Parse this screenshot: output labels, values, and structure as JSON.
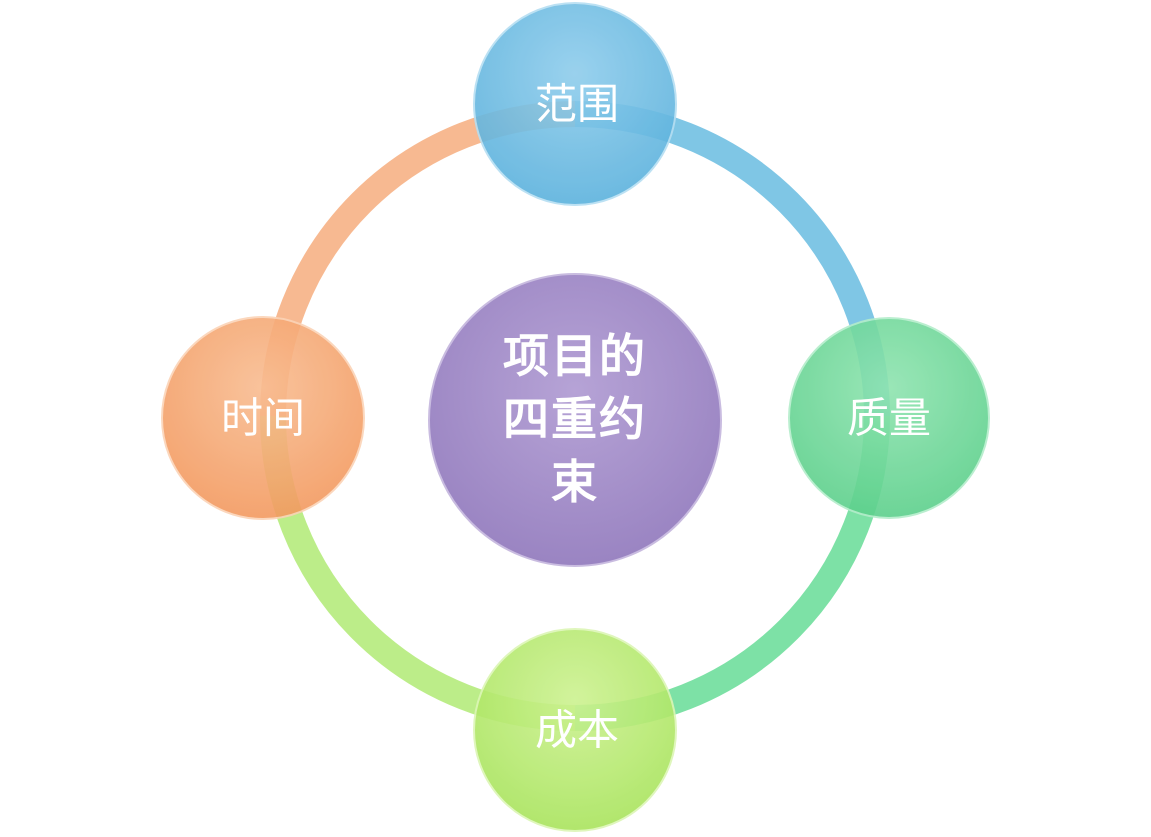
{
  "diagram": {
    "center": {
      "lines": [
        "项目的",
        "四重约",
        "束"
      ],
      "color": "#a58fc9"
    },
    "nodes": [
      {
        "id": "scope",
        "label": "范围",
        "color": "#6fbde3"
      },
      {
        "id": "quality",
        "label": "质量",
        "color": "#6ed99a"
      },
      {
        "id": "cost",
        "label": "成本",
        "color": "#b7ec6e"
      },
      {
        "id": "time",
        "label": "时间",
        "color": "#f7a872"
      }
    ],
    "ring_arcs": [
      {
        "id": "scope-quality",
        "color": "#68bce0"
      },
      {
        "id": "quality-cost",
        "color": "#66dc97"
      },
      {
        "id": "cost-time",
        "color": "#b0ea74"
      },
      {
        "id": "time-scope",
        "color": "#f6ad7e"
      }
    ]
  }
}
